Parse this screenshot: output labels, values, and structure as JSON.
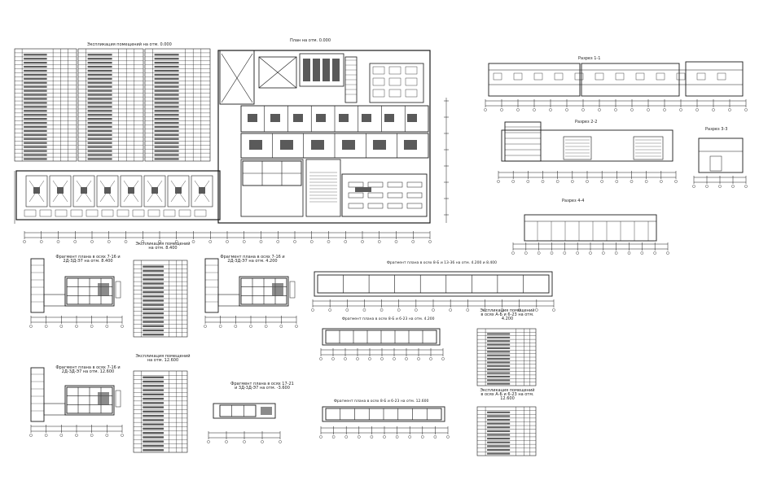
{
  "drawing": {
    "main_plan_title": "План на отм. 0.000",
    "main_schedule_title": "Экспликация помещений на отм. 0.000",
    "fragment_1_title": "Фрагмент плана в осях 7-16 и 2Д-3Д-Э7 на отм. 8.400",
    "fragment_2_title": "Фрагмент плана в осях 7-16 и 2Д-3Д-Э7 на отм. 4.200",
    "fragment_3_title": "Фрагмент плана в осях 7-16 и 2Д-3Д-Э7 на отм. 12.600",
    "fragment_4_title": "Фрагмент плана в осях 17-21 и 3Д-3Д-Э7 на отм. -3.600",
    "fragment_strip_1_title": "Фрагмент плана в осях 8-Б и 13-36 на отм. 4.200 и 8.400",
    "fragment_strip_2_title": "Фрагмент плана в осях 8-Б и 6-23 на отм. 4.200",
    "fragment_strip_3_title": "Фрагмент плана в осях 8-Б и 6-23 на отм. 12.600",
    "schedule_1_title": "Экспликация помещений на отм. 8.400",
    "schedule_2_title": "Экспликация помещений на отм. 4.200",
    "schedule_3_title": "Экспликация помещений на отм. 12.600",
    "schedule_4_title": "Экспликация помещений в осях А-Б и 6-23 на отм. 4.200",
    "schedule_5_title": "Экспликация помещений в осях А-Б и 6-23 на отм. 12.600",
    "section_1_title": "Разрез 1-1",
    "section_2_title": "Разрез 2-2",
    "section_3_title": "Разрез 3-3",
    "section_4_title": "Разрез 4-4"
  },
  "colors": {
    "line": "#1a1a1a",
    "fill": "#5a5a5a",
    "background": "#ffffff"
  }
}
